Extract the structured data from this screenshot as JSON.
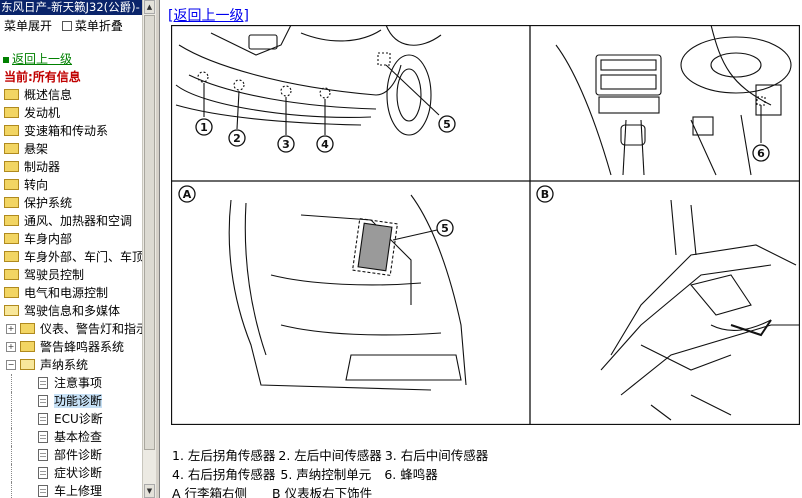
{
  "window": {
    "title": "东风日产-新天籁J32(公爵)-"
  },
  "toolbar": {
    "expand_label": "菜单展开",
    "collapse_label": "菜单折叠"
  },
  "tree": {
    "back_label": "返回上一级",
    "current_label": "当前:所有信息",
    "items": [
      "概述信息",
      "发动机",
      "变速箱和传动系",
      "悬架",
      "制动器",
      "转向",
      "保护系统",
      "通风、加热器和空调",
      "车身内部",
      "车身外部、车门、车顶",
      "驾驶员控制",
      "电气和电源控制",
      "驾驶信息和多媒体"
    ],
    "subitems": [
      "仪表、警告灯和指示灯",
      "警告蜂鸣器系统",
      "声纳系统"
    ],
    "leafs": [
      "注意事项",
      "功能诊断",
      "ECU诊断",
      "基本检查",
      "部件诊断",
      "症状诊断",
      "车上修理"
    ],
    "selected_leaf": "功能诊断"
  },
  "content": {
    "back_link": "[返回上一级]",
    "figure": {
      "panel_A_label": "A",
      "panel_B_label": "B",
      "callouts": [
        "1",
        "2",
        "3",
        "4",
        "5",
        "6"
      ]
    },
    "legend": {
      "line1": [
        "1. 左后拐角传感器",
        "2. 左后中间传感器",
        "3. 右后中间传感器"
      ],
      "line2": [
        "4. 右后拐角传感器",
        "5. 声纳控制单元",
        "6. 蜂鸣器"
      ],
      "line3": [
        "A 行李箱右侧",
        "B 仪表板右下饰件"
      ]
    }
  }
}
